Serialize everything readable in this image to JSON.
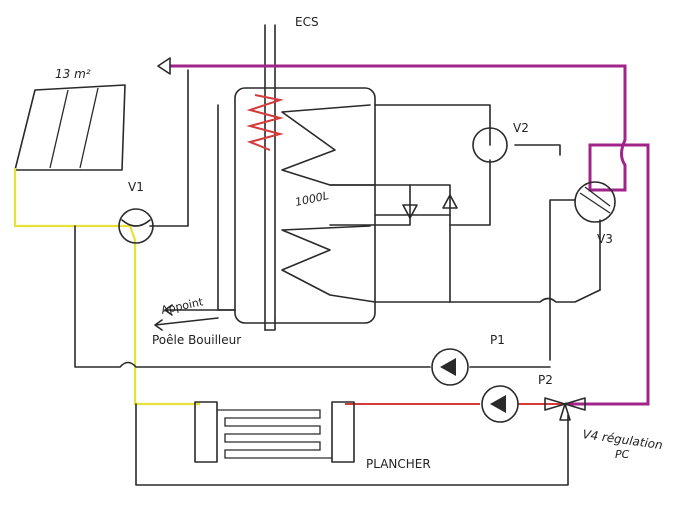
{
  "labels": {
    "ecs": "ECS",
    "panel_area": "13 m²",
    "tank_volume": "1000L",
    "appoint": "Appoint",
    "poele": "Poêle Bouilleur",
    "plancher": "PLANCHER",
    "v4": "V4 régulation",
    "pc": "PC"
  },
  "valves": {
    "v1": "V1",
    "v2": "V2",
    "v3": "V3"
  },
  "pumps": {
    "p1": "P1",
    "p2": "P2"
  },
  "colors": {
    "solar_loop": "#e6e23a",
    "heating_loop": "#a0248a",
    "floor_supply": "#d43a3a",
    "line": "#2a2a2a"
  }
}
